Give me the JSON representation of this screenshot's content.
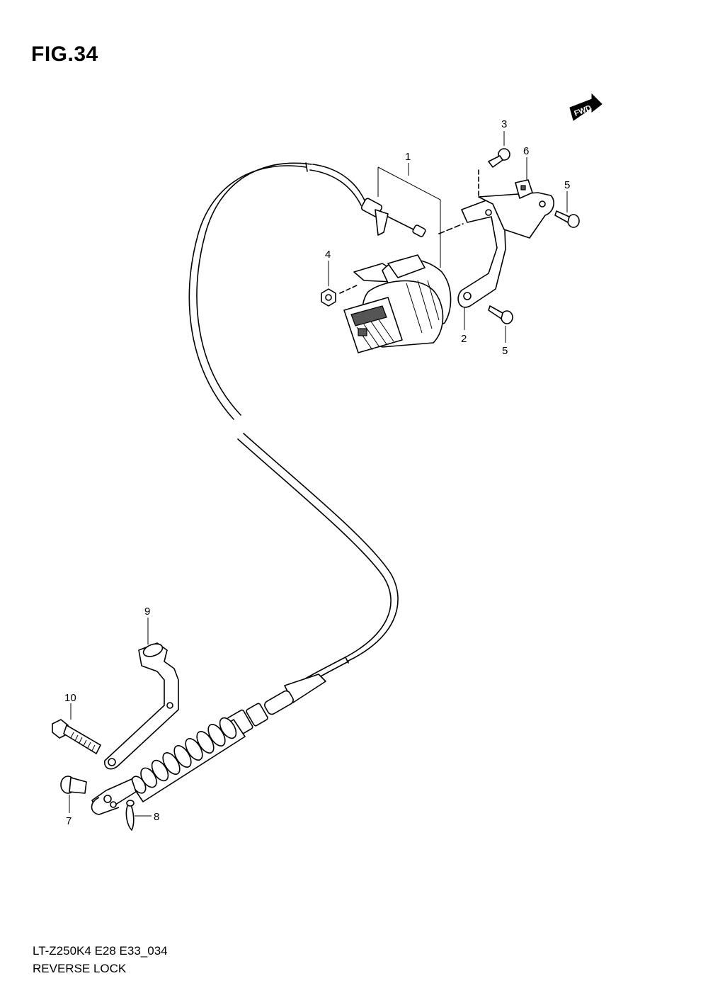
{
  "figure": {
    "title": "FIG.34",
    "model_code": "LT-Z250K4 E28 E33_034",
    "section_name": "REVERSE LOCK"
  },
  "direction_arrow": {
    "text": "FWD",
    "icon": "fwd-arrow-icon"
  },
  "callouts": [
    {
      "id": "1",
      "text": "1"
    },
    {
      "id": "2",
      "text": "2"
    },
    {
      "id": "3",
      "text": "3"
    },
    {
      "id": "4",
      "text": "4"
    },
    {
      "id": "5a",
      "text": "5"
    },
    {
      "id": "5b",
      "text": "5"
    },
    {
      "id": "6",
      "text": "6"
    },
    {
      "id": "7",
      "text": "7"
    },
    {
      "id": "8",
      "text": "8"
    },
    {
      "id": "9",
      "text": "9"
    },
    {
      "id": "10",
      "text": "10"
    }
  ]
}
